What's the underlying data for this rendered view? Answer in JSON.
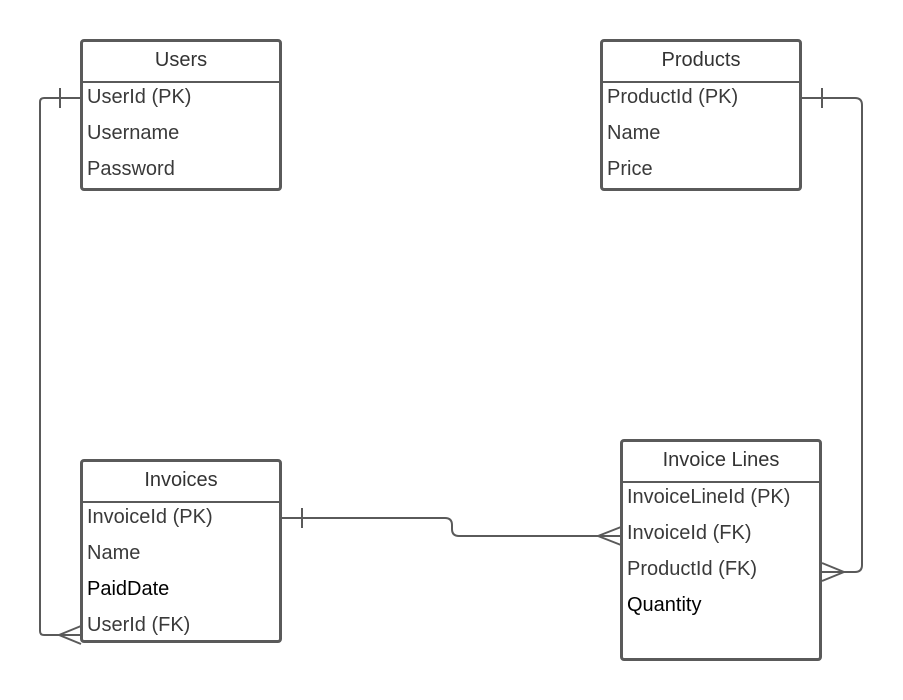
{
  "entities": {
    "users": {
      "title": "Users",
      "fields": [
        "UserId (PK)",
        "Username",
        "Password"
      ]
    },
    "products": {
      "title": "Products",
      "fields": [
        "ProductId (PK)",
        "Name",
        "Price"
      ]
    },
    "invoices": {
      "title": "Invoices",
      "fields": [
        "InvoiceId (PK)",
        "Name",
        "PaidDate",
        "UserId (FK)"
      ]
    },
    "invoice_lines": {
      "title": "Invoice Lines",
      "fields": [
        "InvoiceLineId (PK)",
        "InvoiceId (FK)",
        "ProductId (FK)",
        "Quantity"
      ]
    }
  },
  "relationships": [
    {
      "from": "Users.UserId",
      "from_cardinality": "one",
      "to": "Invoices.UserId",
      "to_cardinality": "many"
    },
    {
      "from": "Invoices.InvoiceId",
      "from_cardinality": "one",
      "to": "Invoice Lines.InvoiceId",
      "to_cardinality": "many"
    },
    {
      "from": "Products.ProductId",
      "from_cardinality": "one",
      "to": "Invoice Lines.ProductId",
      "to_cardinality": "many"
    }
  ],
  "colors": {
    "line": "#5a5a5a",
    "header_text": "#333333",
    "field_text": "#3a3a3a"
  }
}
